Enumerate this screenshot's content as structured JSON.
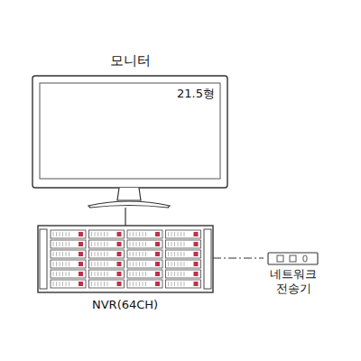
{
  "diagram": {
    "nodes": [
      {
        "text": [
          "모니터",
          "21.5형"
        ]
      },
      {
        "text": [
          "NVR(64CH)"
        ]
      },
      {
        "text": [
          "네트워크 전송기"
        ]
      }
    ],
    "edges": [
      {
        "from": 0,
        "to": 1,
        "arrow": "none"
      },
      {
        "from": 1,
        "to": 2,
        "arrow": "none"
      }
    ]
  }
}
